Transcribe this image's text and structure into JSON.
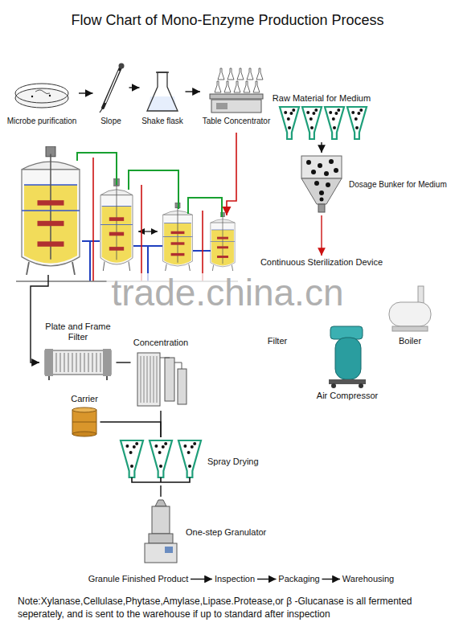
{
  "diagram": {
    "title": "Flow Chart of Mono-Enzyme Production Process",
    "nodes": [
      {
        "text": [
          "Microbe purification"
        ]
      },
      {
        "text": [
          "Slope"
        ]
      },
      {
        "text": [
          "Shake flask"
        ]
      },
      {
        "text": [
          "Table Concentrator"
        ]
      },
      {
        "text": [
          "Raw Material for Medium"
        ]
      },
      {
        "text": [
          "Dosage Bunker for Medium"
        ]
      },
      {
        "text": [
          "Continuous Sterilization Device"
        ]
      },
      {
        "text": [
          "Plate and Frame Filter"
        ]
      },
      {
        "text": [
          "Filter"
        ]
      },
      {
        "text": [
          "Concentration"
        ]
      },
      {
        "text": [
          "Boiler"
        ]
      },
      {
        "text": [
          "Air Compressor"
        ]
      },
      {
        "text": [
          "Carrier"
        ]
      },
      {
        "text": [
          "Spray Drying"
        ]
      },
      {
        "text": [
          "One-step Granulator"
        ]
      },
      {
        "text": [
          "Granule Finished Product"
        ]
      },
      {
        "text": [
          "Inspection"
        ]
      },
      {
        "text": [
          "Packaging"
        ]
      },
      {
        "text": [
          "Warehousing"
        ]
      }
    ],
    "edges": [
      {
        "from": 0,
        "to": 1,
        "arrow": "to"
      },
      {
        "from": 1,
        "to": 2,
        "arrow": "to"
      },
      {
        "from": 2,
        "to": 3,
        "arrow": "to"
      },
      {
        "from": 4,
        "to": 5,
        "arrow": "to"
      },
      {
        "from": 5,
        "to": 6,
        "arrow": "to"
      },
      {
        "from": 7,
        "to": 9,
        "arrow": "none"
      },
      {
        "from": 9,
        "to": 13,
        "arrow": "none"
      },
      {
        "from": 12,
        "to": 13,
        "arrow": "none"
      },
      {
        "from": 13,
        "to": 14,
        "arrow": "none"
      },
      {
        "from": 15,
        "to": 16,
        "arrow": "to"
      },
      {
        "from": 16,
        "to": 17,
        "arrow": "to"
      },
      {
        "from": 17,
        "to": 18,
        "arrow": "to"
      }
    ],
    "labels": [
      "trade.china.cn",
      "Note:Xylanase,Cellulase,Phytase,Amylase,Lipase.Protease,or β -Glucanase is all fermented seperately, and is sent to the warehouse if up to standard after inspection"
    ]
  }
}
